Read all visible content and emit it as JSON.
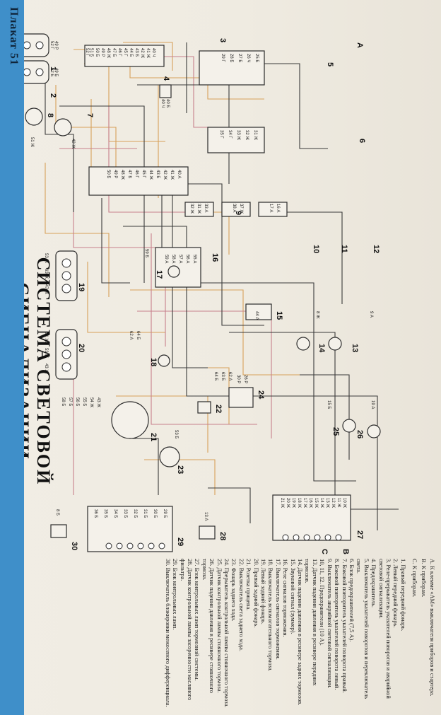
{
  "header": {
    "plate": "Плакат 51"
  },
  "title": "СИСТЕМА СВЕТОВОЙ СИГНАЛИЗАЦИИ",
  "connectors": [
    {
      "label": "A"
    },
    {
      "label": "B"
    },
    {
      "label": "C"
    }
  ],
  "component_numbers": [
    "1",
    "2",
    "3",
    "4",
    "5",
    "6",
    "7",
    "8",
    "9",
    "10",
    "11",
    "12",
    "13",
    "14",
    "15",
    "16",
    "17",
    "18",
    "19",
    "20",
    "21",
    "22",
    "23",
    "24",
    "25",
    "26",
    "27",
    "28",
    "29",
    "30"
  ],
  "wire_labels": {
    "c1": [
      "52 Г",
      "49 Р"
    ],
    "c2": [
      "52 Б",
      "49 Б"
    ],
    "c3": [
      "40 Ч",
      "41 Ж",
      "42 Ж",
      "43 Б",
      "44 Б",
      "45 Г",
      "46 Г",
      "47 Б",
      "48 Ж",
      "49 Р",
      "50 Б",
      "51 Б",
      "52 Г"
    ],
    "c4": [
      "40 Ч",
      "40 Б"
    ],
    "c5": [
      "25 Б",
      "26 Ч",
      "27 Б",
      "28 Б",
      "29 Г"
    ],
    "c6": [
      "31 Ж",
      "32 Ж",
      "33 Ж",
      "34 Г",
      "35 Г"
    ],
    "c7": [
      "42 Ж"
    ],
    "c8": [
      "51 Ж"
    ],
    "c9": [
      "40 А",
      "41 Ж",
      "42 Ж",
      "43 Б",
      "44 Ж",
      "45 Г",
      "46 Г",
      "47 Б",
      "48 Ж",
      "49 Р",
      "50 Б"
    ],
    "c10": [
      "33 А",
      "31 Ж",
      "32 Ж"
    ],
    "c11": [
      "37 Ж",
      "38 А"
    ],
    "c12": [
      "16 А",
      "17 А"
    ],
    "c13": [
      "9 А"
    ],
    "c14": [
      "8 Ж"
    ],
    "c15": [
      "44 А"
    ],
    "c16": [
      "55 А",
      "56 А",
      "57 А",
      "58 А",
      "59 А"
    ],
    "c17": [
      "59 Б"
    ],
    "c18": [
      "64 Б",
      "62 А"
    ],
    "c19": [
      "53 Ж",
      "63 Ж",
      "47 Ж"
    ],
    "c20": [
      "51 Ж",
      "53 Ж",
      "43 Ж"
    ],
    "c21": [
      "43 Ж",
      "54 Ж",
      "55 Б",
      "56 Б",
      "57 Б",
      "58 Б"
    ],
    "c22": [
      "62 А",
      "63 Б",
      "64 Б"
    ],
    "c23": [
      "53 Б"
    ],
    "c24": [
      "26 Р",
      "30 Р"
    ],
    "c25": [
      "15 Б"
    ],
    "c26": [
      "19 А"
    ],
    "c27": [
      "10 Ж",
      "11 Ж",
      "12 Ж",
      "13 Ж",
      "14 Ж",
      "15 Ж",
      "16 Ж",
      "17 Ж",
      "18 Ж",
      "19 Ж",
      "20 Ж",
      "21 Ж"
    ],
    "c28": [
      "13 А"
    ],
    "c29": [
      "29 Б",
      "30 Б",
      "31 Б",
      "32 Б",
      "33 Б",
      "34 Б",
      "35 Б",
      "36 Б"
    ],
    "c30": [
      "8 Б"
    ]
  },
  "legend": {
    "header": [
      "А. К клемме «АМ» выключателя приборов и стартера.",
      "В. К приборам.",
      "С. К приборам."
    ],
    "items": [
      "1. Правый передний фонарь.",
      "2. Левый передний фонарь.",
      "3. Реле-прерыватель указателей поворотов и аварийной световой сигнализации.",
      "4. Предохранитель.",
      "5. Выключатель указателей поворотов и переключатель света.",
      "6. Блок предохранителей (7,5 А).",
      "7. Боковой повторитель указателей поворота правый.",
      "8. Боковой повторитель указателей поворота левый.",
      "9. Выключатель аварийной световой сигнализации.",
      "10, 11, 12. Предохранители (10 А).",
      "13. Датчик падения давления в ресивере передних тормозов.",
      "14. Датчик падения давления в ресивере задних тормозов.",
      "15. Звуковой сигнал (зуммер).",
      "16. Реле сигналов торможения.",
      "17. Выключатель сигналов торможения.",
      "18. Выключатель вспомогательного тормоза.",
      "19. Левый задний фонарь.",
      "20. Правый задний фонарь.",
      "21. Розетка прицепа.",
      "22. Выключатель света заднего хода.",
      "23. Фонарь заднего хода.",
      "24. Прерыватель контрольной лампы стояночного тормоза.",
      "25. Датчик контрольной лампы стояночного тормоза.",
      "26. Датчик падения давления в ресивере стояночного тормоза.",
      "27. Блок контрольных ламп тормозной системы.",
      "28. Датчик контрольной лампы засоренности масляного фильтра.",
      "29. Блок контрольных ламп.",
      "30. Выключатель блокировки межосевого дифференциала."
    ]
  },
  "colors": {
    "band": "#3f8fc9",
    "wire_dark": "#3a3a3a",
    "wire_orange": "#d7a15a",
    "wire_pink": "#c7808c",
    "paper": "#efebe1"
  }
}
